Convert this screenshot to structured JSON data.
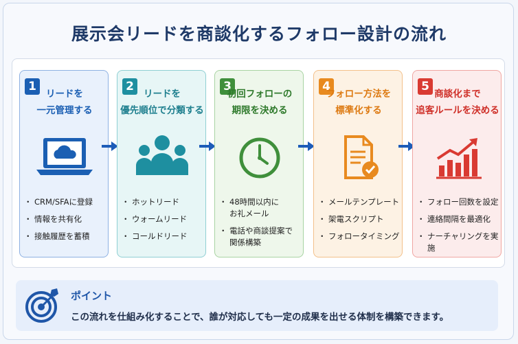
{
  "title": "展示会リードを商談化するフォロー設計の流れ",
  "steps": [
    {
      "number": "1",
      "title": [
        "リードを",
        "一元管理する"
      ],
      "bullets": [
        "CRM/SFAに登録",
        "情報を共有化",
        "接触履歴を蓄積"
      ],
      "icon": "laptop-cloud-icon"
    },
    {
      "number": "2",
      "title": [
        "リードを",
        "優先順位で分類する"
      ],
      "bullets": [
        "ホットリード",
        "ウォームリード",
        "コールドリード"
      ],
      "icon": "people-group-icon"
    },
    {
      "number": "3",
      "title": [
        "初回フォローの",
        "期限を決める"
      ],
      "bullets": [
        "48時間以内に お礼メール",
        "電話や商談提案で 関係構築"
      ],
      "icon": "clock-icon"
    },
    {
      "number": "4",
      "title": [
        "フォロー方法を",
        "標準化する"
      ],
      "bullets": [
        "メールテンプレート",
        "架電スクリプト",
        "フォロータイミング"
      ],
      "icon": "document-check-icon"
    },
    {
      "number": "5",
      "title": [
        "商談化まで",
        "追客ルールを決める"
      ],
      "bullets": [
        "フォロー回数を設定",
        "連絡間隔を最適化",
        "ナーチャリングを実施"
      ],
      "icon": "growth-chart-icon"
    }
  ],
  "point": {
    "heading": "ポイント",
    "text": "この流れを仕組み化することで、誰が対応しても一定の成果を出せる体制を構築できます。",
    "icon": "target-icon"
  },
  "colors": {
    "navy": "#1f3a68",
    "step1": "#1b5fb3",
    "step2": "#1e8fa0",
    "step3": "#3f8f3b",
    "step4": "#e88a1f",
    "step5": "#d93a32",
    "arrow": "#1d5cb8"
  }
}
